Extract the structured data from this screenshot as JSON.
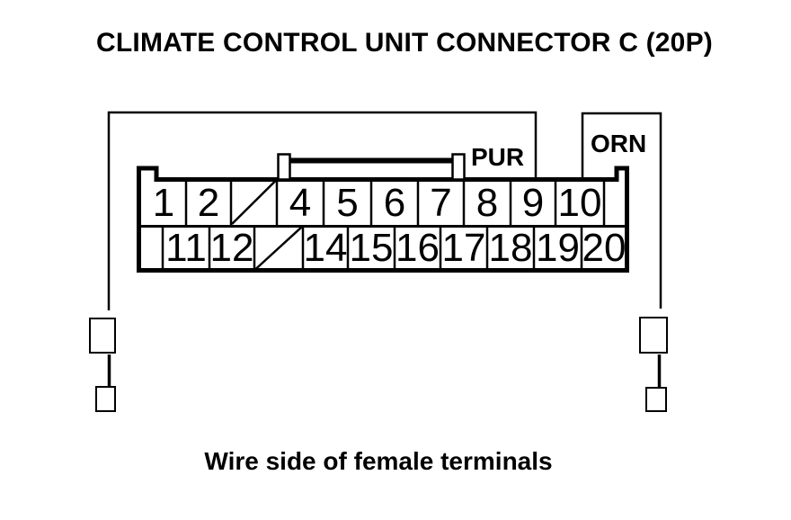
{
  "title": "CLIMATE CONTROL UNIT CONNECTOR C (20P)",
  "caption": "Wire side of female terminals",
  "wire_labels": {
    "pur": "PUR",
    "orn": "ORN"
  },
  "connector": {
    "id": "C",
    "size": "20P",
    "pins_top": [
      "1",
      "2",
      "",
      "4",
      "5",
      "6",
      "7",
      "8",
      "9",
      "10"
    ],
    "pins_bottom": [
      "11",
      "12",
      "",
      "14",
      "15",
      "16",
      "17",
      "18",
      "19",
      "20"
    ]
  },
  "colors": {
    "ink": "#000000",
    "paper": "#ffffff"
  }
}
